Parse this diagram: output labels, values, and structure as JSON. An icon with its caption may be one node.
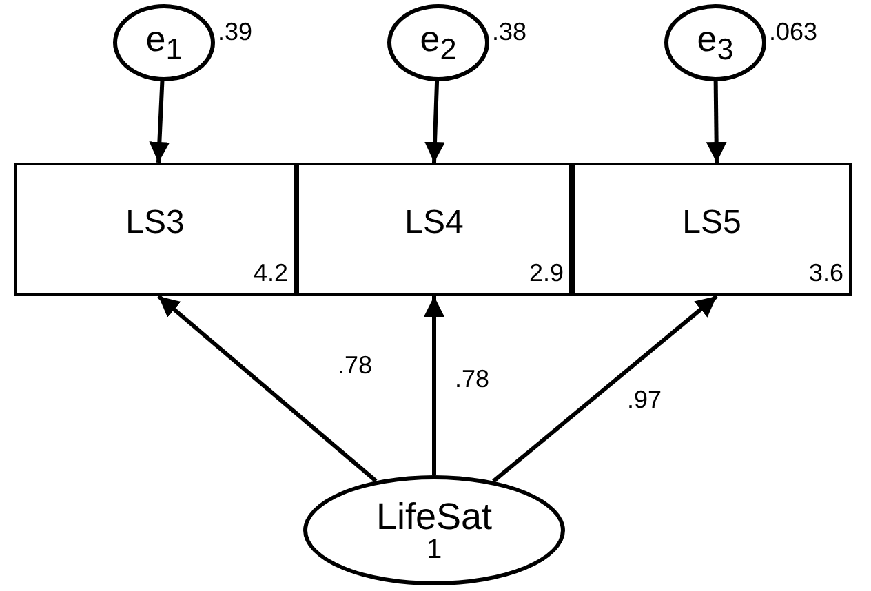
{
  "diagram": {
    "nodes": [
      {
        "text": [
          "e$_{1}$"
        ],
        "beside": [
          ".39"
        ]
      },
      {
        "text": [
          "e$_{2}$"
        ],
        "beside": [
          ".38"
        ]
      },
      {
        "text": [
          "e$_{3}$"
        ],
        "beside": [
          ".063"
        ]
      },
      {
        "text": [
          "LS3",
          "4.2"
        ]
      },
      {
        "text": [
          "LS4",
          "2.9"
        ]
      },
      {
        "text": [
          "LS5",
          "3.6"
        ]
      },
      {
        "text": [
          "LifeSat",
          "1"
        ]
      }
    ],
    "edges": [
      {
        "from": 0,
        "to": 3,
        "arrow": "to"
      },
      {
        "from": 1,
        "to": 4,
        "arrow": "to"
      },
      {
        "from": 2,
        "to": 5,
        "arrow": "to"
      },
      {
        "from": 6,
        "to": 3,
        "arrow": "to",
        "label": ".78"
      },
      {
        "from": 6,
        "to": 4,
        "arrow": "to",
        "label": ".78"
      },
      {
        "from": 6,
        "to": 5,
        "arrow": "to",
        "label": ".97"
      }
    ]
  }
}
